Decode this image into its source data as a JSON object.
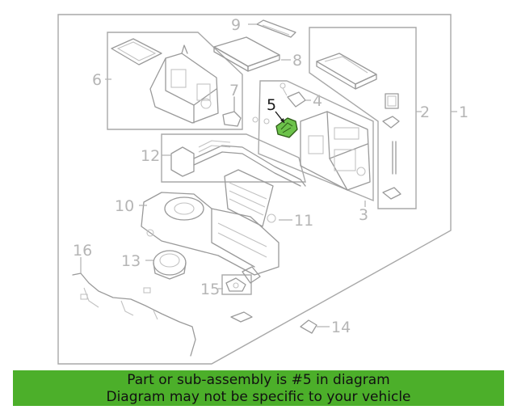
{
  "diagram": {
    "callouts": [
      "1",
      "2",
      "3",
      "4",
      "5",
      "6",
      "7",
      "8",
      "9",
      "10",
      "11",
      "12",
      "13",
      "14",
      "15",
      "16"
    ],
    "highlighted_callout": "5",
    "colors": {
      "highlight": "#6cc24a",
      "banner": "#4caf2a",
      "line": "#9a9a9a",
      "text": "#b5b5b5"
    }
  },
  "banner": {
    "line1": "Part or sub-assembly is #5 in diagram",
    "line2": "Diagram may not be specific to your vehicle"
  }
}
